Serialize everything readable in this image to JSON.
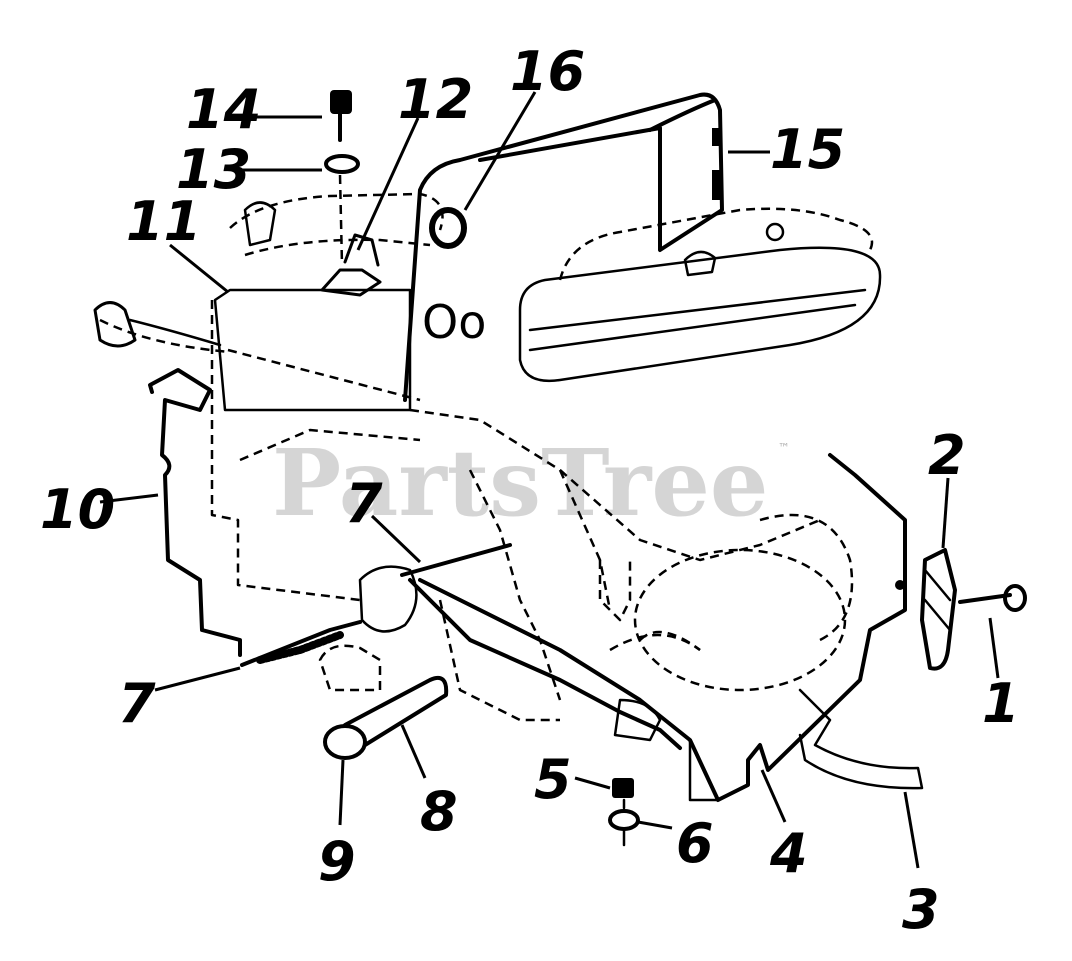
{
  "watermark": {
    "text": "PartsTree",
    "trademark": "™"
  },
  "callouts": {
    "c1": "1",
    "c2": "2",
    "c3": "3",
    "c4": "4",
    "c5": "5",
    "c6": "6",
    "c7a": "7",
    "c7b": "7",
    "c8": "8",
    "c9": "9",
    "c10": "10",
    "c11": "11",
    "c12": "12",
    "c13": "13",
    "c14": "14",
    "c15": "15",
    "c16": "16"
  },
  "engine_markings": {
    "label": "Oo"
  },
  "colors": {
    "ink": "#000000",
    "watermark": "#c8c8c8",
    "background": "#ffffff"
  }
}
